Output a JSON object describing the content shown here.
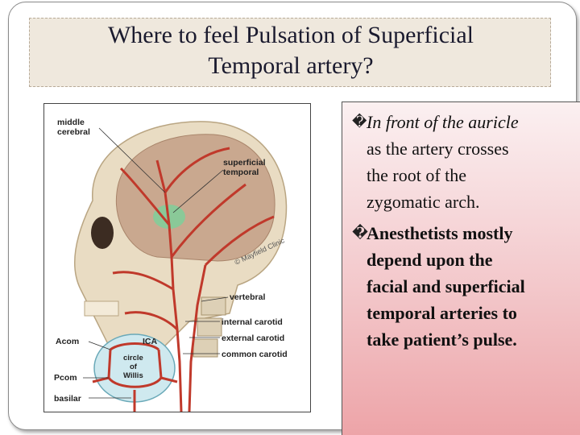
{
  "slide": {
    "title_line1": "Where to feel Pulsation of Superficial",
    "title_line2": "Temporal artery?"
  },
  "figure": {
    "labels": {
      "middle_cerebral_1": "middle",
      "middle_cerebral_2": "cerebral",
      "superficial_temporal_1": "superficial",
      "superficial_temporal_2": "temporal",
      "vertebral": "vertebral",
      "internal_carotid": "internal carotid",
      "external_carotid": "external carotid",
      "common_carotid": "common carotid",
      "acom": "Acom",
      "ica": "ICA",
      "circle_of_willis_1": "circle",
      "circle_of_willis_2": "of",
      "circle_of_willis_3": "Willis",
      "pcom": "Pcom",
      "basilar": "basilar",
      "watermark": "© Mayfield Clinic"
    },
    "colors": {
      "artery": "#c0392b",
      "skull": "#e9dcc3",
      "brain": "#c9a88f",
      "highlight": "#7fcf9a"
    }
  },
  "bullets": [
    {
      "marker": "�",
      "lead": "In front of the auricle",
      "line2": "as the artery crosses",
      "line3": "the root of the",
      "line4": "zygomatic arch."
    },
    {
      "marker": "�",
      "line1": "Anesthetists mostly",
      "line2": "depend upon the",
      "line3": "facial and superficial",
      "line4": "temporal arteries to",
      "line5": "take patient’s pulse."
    }
  ]
}
